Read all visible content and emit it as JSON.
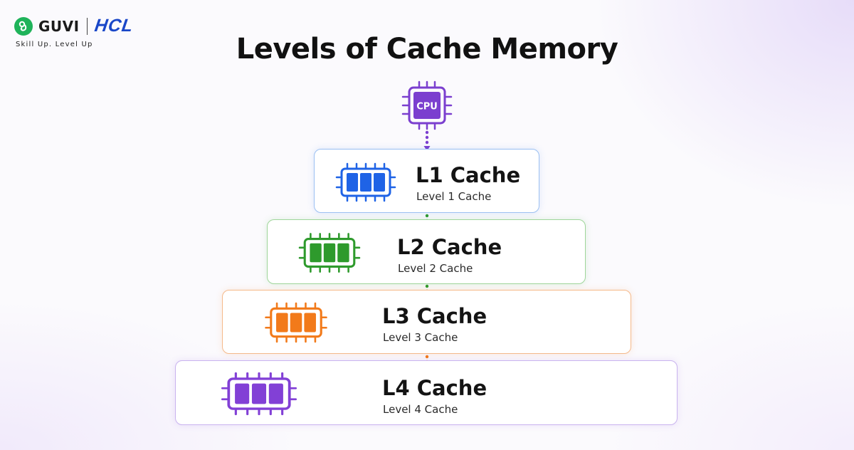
{
  "brand": {
    "name": "GUVI",
    "partner": "HCL",
    "tagline": "Skill Up. Level Up"
  },
  "title": "Levels of Cache Memory",
  "cpu": {
    "label": "CPU",
    "color": "#7b3fcf"
  },
  "levels": [
    {
      "name": "L1 Cache",
      "description": "Level 1 Cache",
      "color": "#1f63e6"
    },
    {
      "name": "L2 Cache",
      "description": "Level 2 Cache",
      "color": "#2e9a2c"
    },
    {
      "name": "L3 Cache",
      "description": "Level 3 Cache",
      "color": "#f27a1a"
    },
    {
      "name": "L4 Cache",
      "description": "Level 4 Cache",
      "color": "#8240d6"
    }
  ],
  "icons": {
    "cpu": "cpu-chip-icon",
    "cache": "memory-chip-icon",
    "logo": "guvi-logo-icon"
  }
}
